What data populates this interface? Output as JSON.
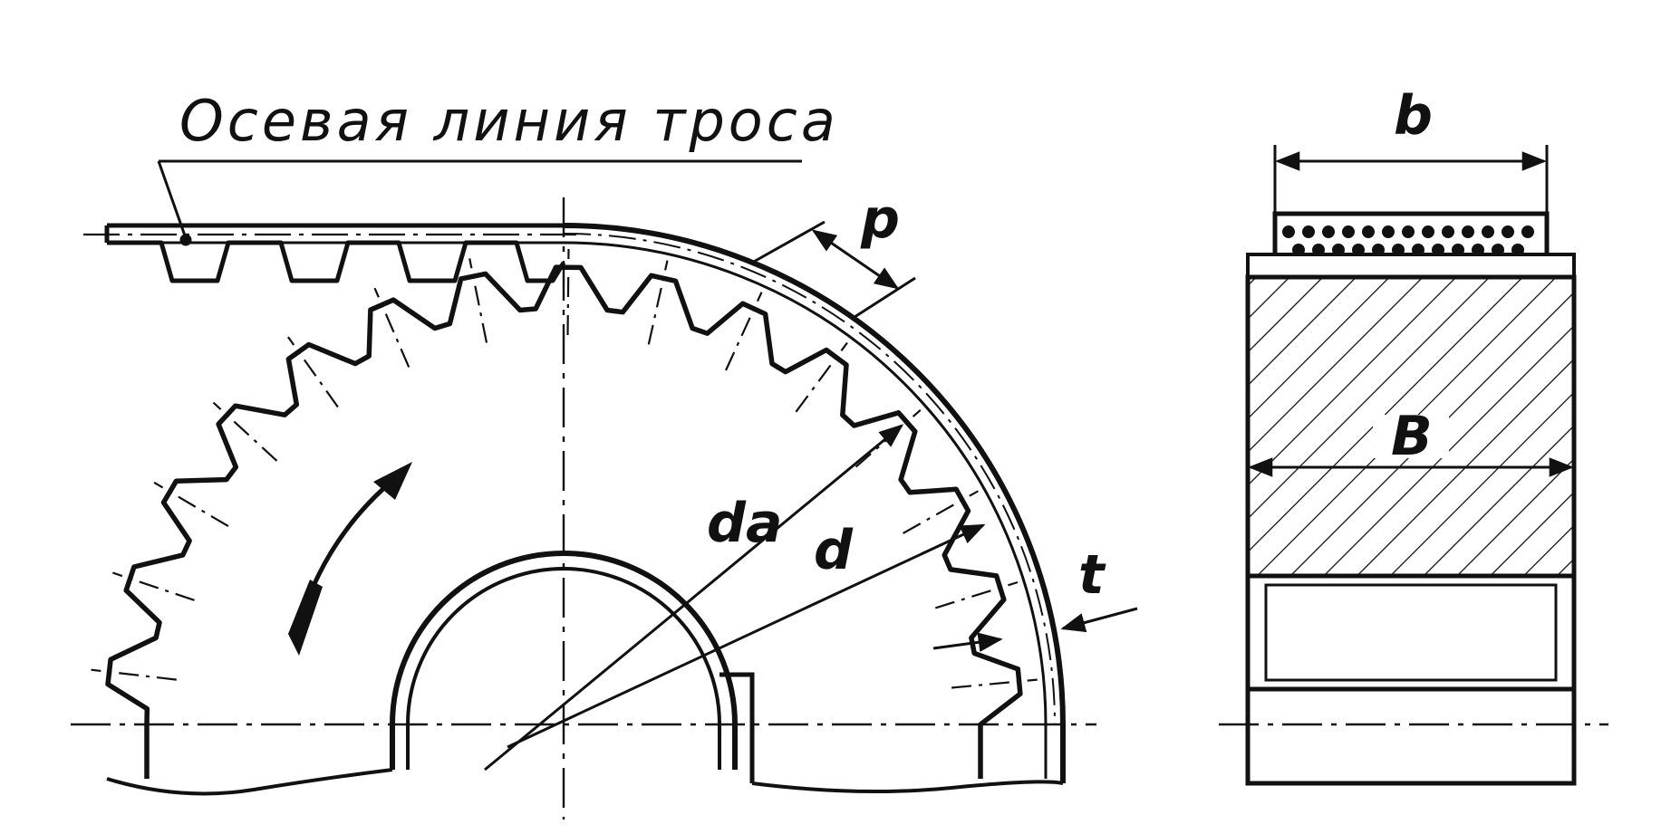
{
  "caption": "Осевая линия троса",
  "labels": {
    "p": "p",
    "da": "da",
    "d": "d",
    "t": "t",
    "b": "b",
    "B": "B"
  },
  "colors": {
    "ink": "#111111",
    "paper": "#ffffff"
  },
  "sprocket": {
    "teeth": 30
  }
}
